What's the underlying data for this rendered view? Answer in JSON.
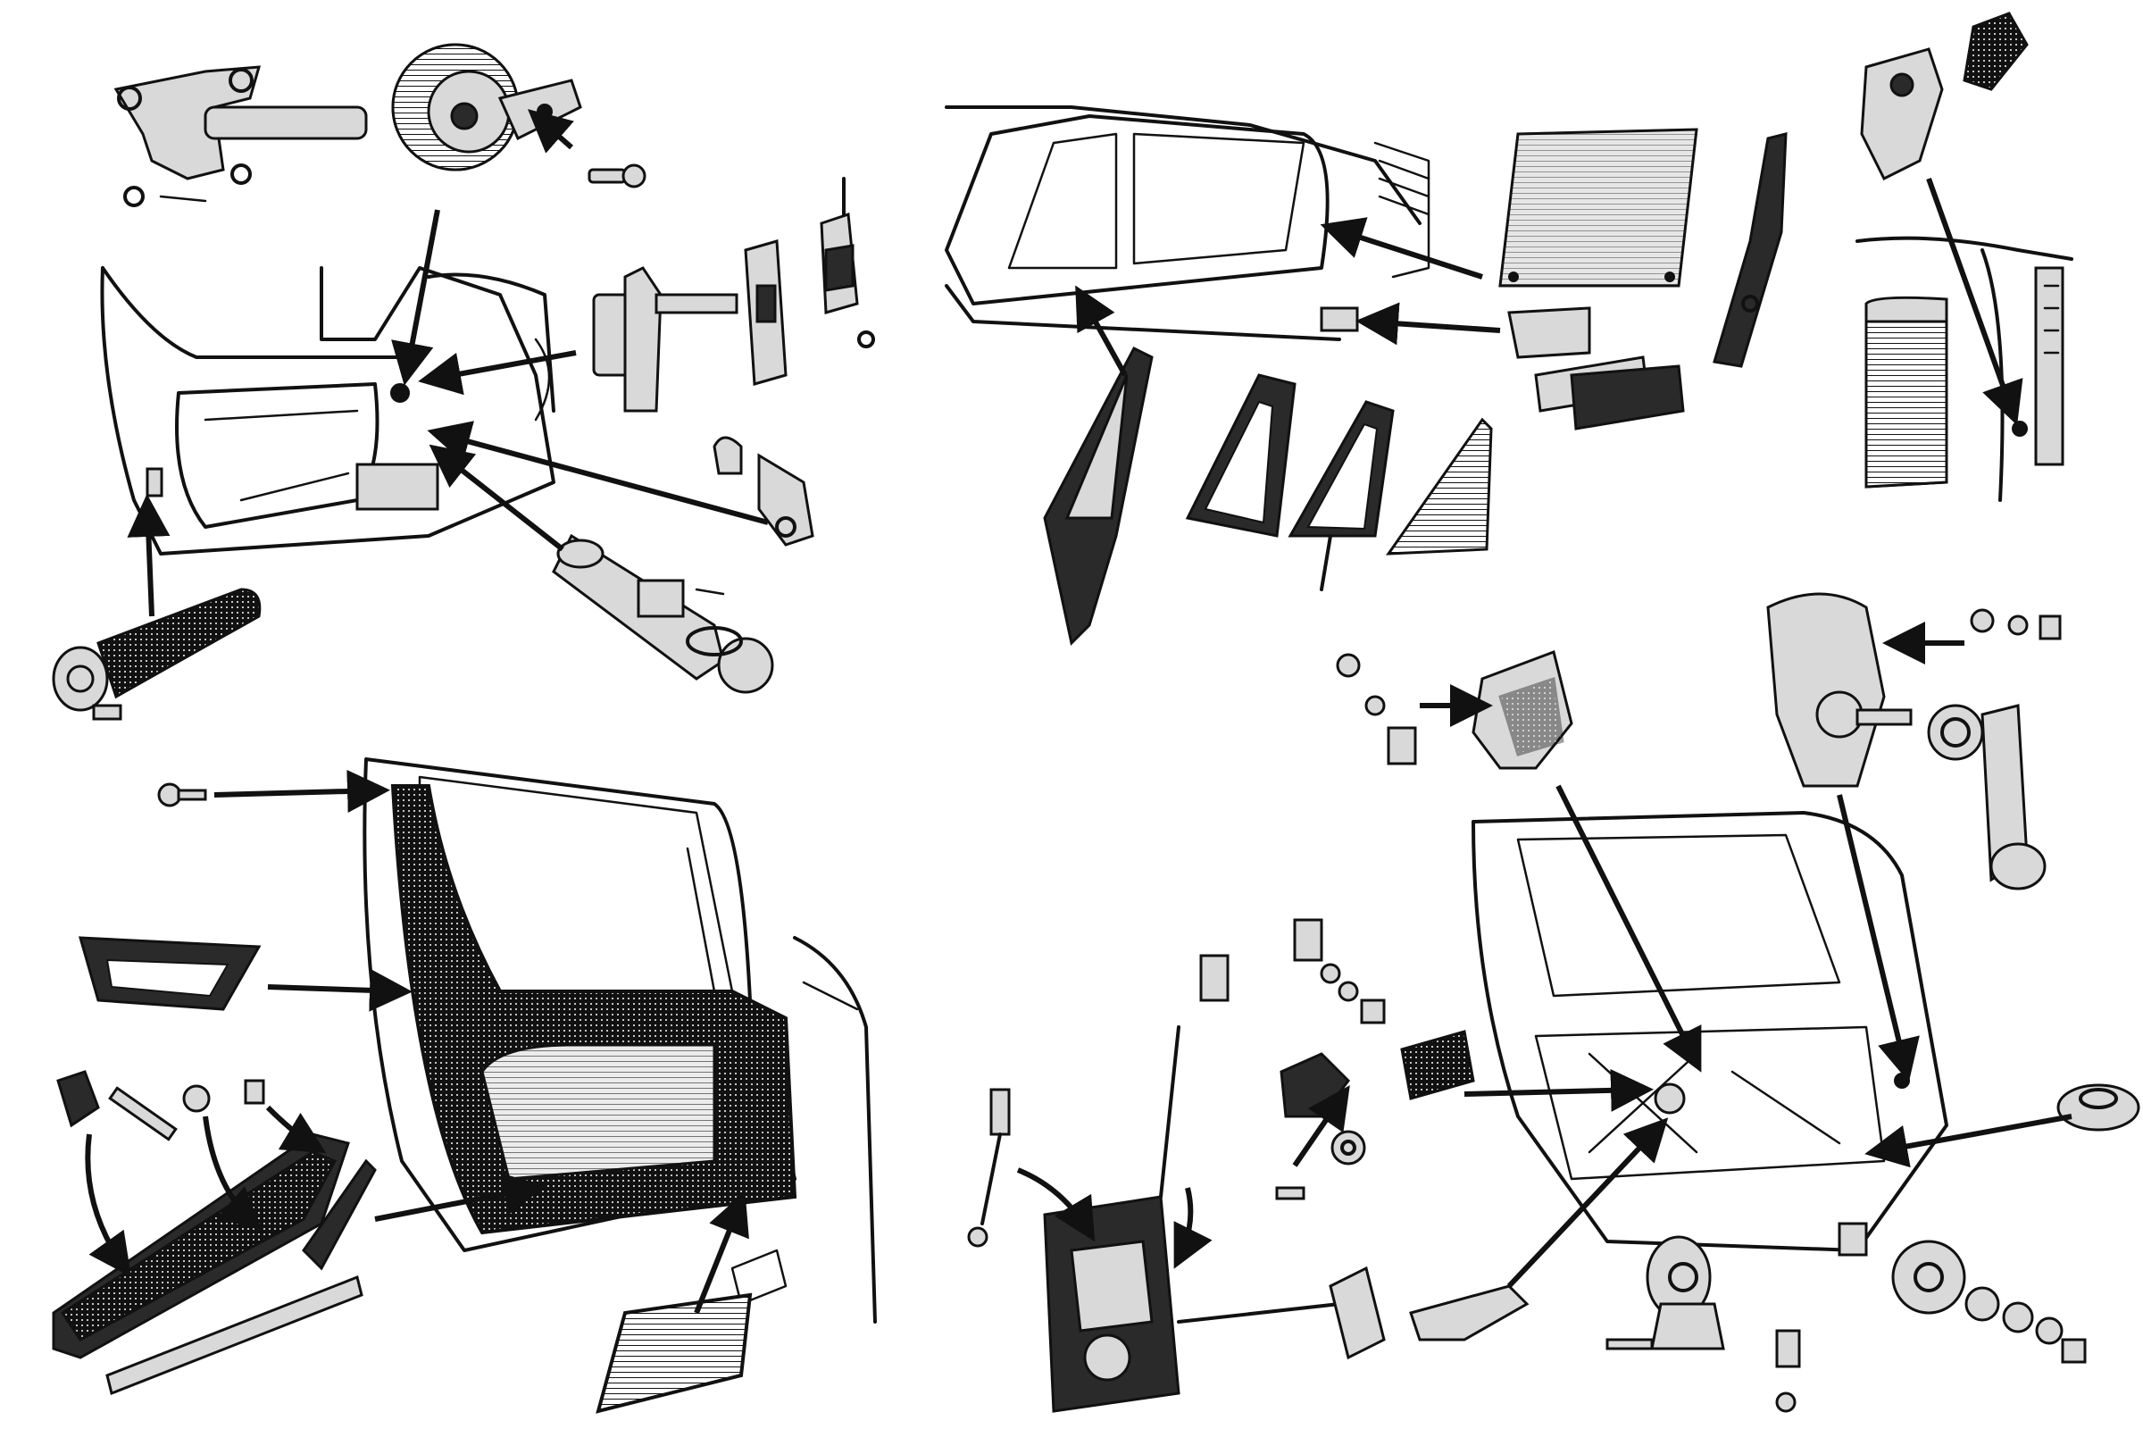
{
  "diagram": {
    "kind": "exploded-parts-illustration",
    "ink_color": "#111111",
    "background": "#ffffff",
    "panels": [
      {
        "id": "door-lock-and-handles"
      },
      {
        "id": "quarter-windows-and-glass"
      },
      {
        "id": "door-trim-panel-and-armrest"
      },
      {
        "id": "window-regulator-and-lock-mechanism"
      }
    ]
  }
}
